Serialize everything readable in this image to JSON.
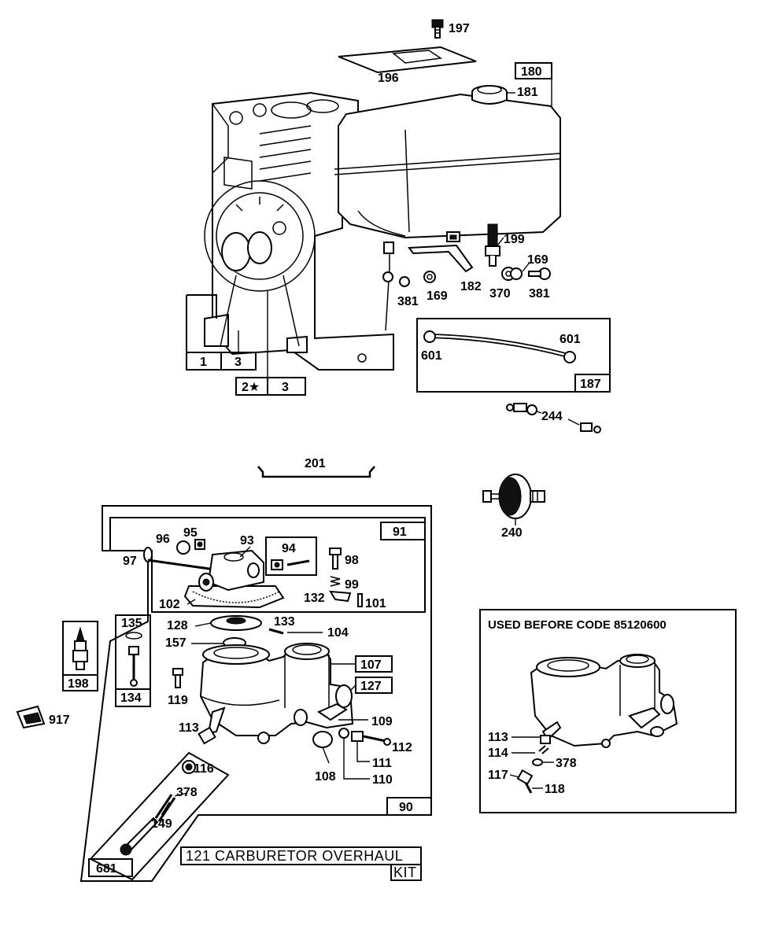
{
  "callouts": {
    "c197": "197",
    "c196": "196",
    "c180": "180",
    "c181": "181",
    "c199": "199",
    "c169a": "169",
    "c169b": "169",
    "c182": "182",
    "c370": "370",
    "c381a": "381",
    "c381b": "381",
    "c1": "1",
    "c3a": "3",
    "c2": "2★",
    "c3b": "3",
    "c601a": "601",
    "c601b": "601",
    "c187": "187",
    "c244": "244",
    "c201": "201",
    "c240": "240",
    "c91": "91",
    "c96": "96",
    "c95": "95",
    "c93": "93",
    "c94": "94",
    "c98": "98",
    "c97": "97",
    "c99": "99",
    "c132": "132",
    "c101": "101",
    "c102": "102",
    "c135": "135",
    "c128": "128",
    "c133": "133",
    "c104": "104",
    "c157": "157",
    "c107": "107",
    "c127": "127",
    "c198": "198",
    "c134": "134",
    "c119": "119",
    "c917": "917",
    "c113": "113",
    "c109": "109",
    "c112": "112",
    "c116": "116",
    "c111": "111",
    "c108": "108",
    "c110": "110",
    "c378": "378",
    "c90": "90",
    "c149": "149",
    "c681": "681",
    "c121_line1": "121 CARBURETOR OVERHAUL",
    "c121_line2": "KIT",
    "inset_113": "113",
    "inset_114": "114",
    "inset_378": "378",
    "inset_117": "117",
    "inset_118": "118"
  },
  "inset": {
    "title": "USED BEFORE CODE 85120600"
  }
}
